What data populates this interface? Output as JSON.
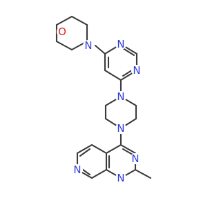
{
  "molecule": {
    "colors": {
      "bond": "#3b3b3b",
      "nitrogen": "#2e3fd9",
      "oxygen": "#e8201c",
      "background": "#ffffff"
    },
    "atoms": [
      {
        "id": "o_morph",
        "symbol": "O"
      },
      {
        "id": "n_morph",
        "symbol": "N"
      },
      {
        "id": "n_pyr_a",
        "symbol": "N"
      },
      {
        "id": "n_pyr_b",
        "symbol": "N"
      },
      {
        "id": "n_pip_top",
        "symbol": "N"
      },
      {
        "id": "n_pip_bot",
        "symbol": "N"
      },
      {
        "id": "n_pyrido_q3",
        "symbol": "N"
      },
      {
        "id": "n_pyrido_q1",
        "symbol": "N"
      },
      {
        "id": "n_pyrido_py",
        "symbol": "N"
      }
    ]
  }
}
